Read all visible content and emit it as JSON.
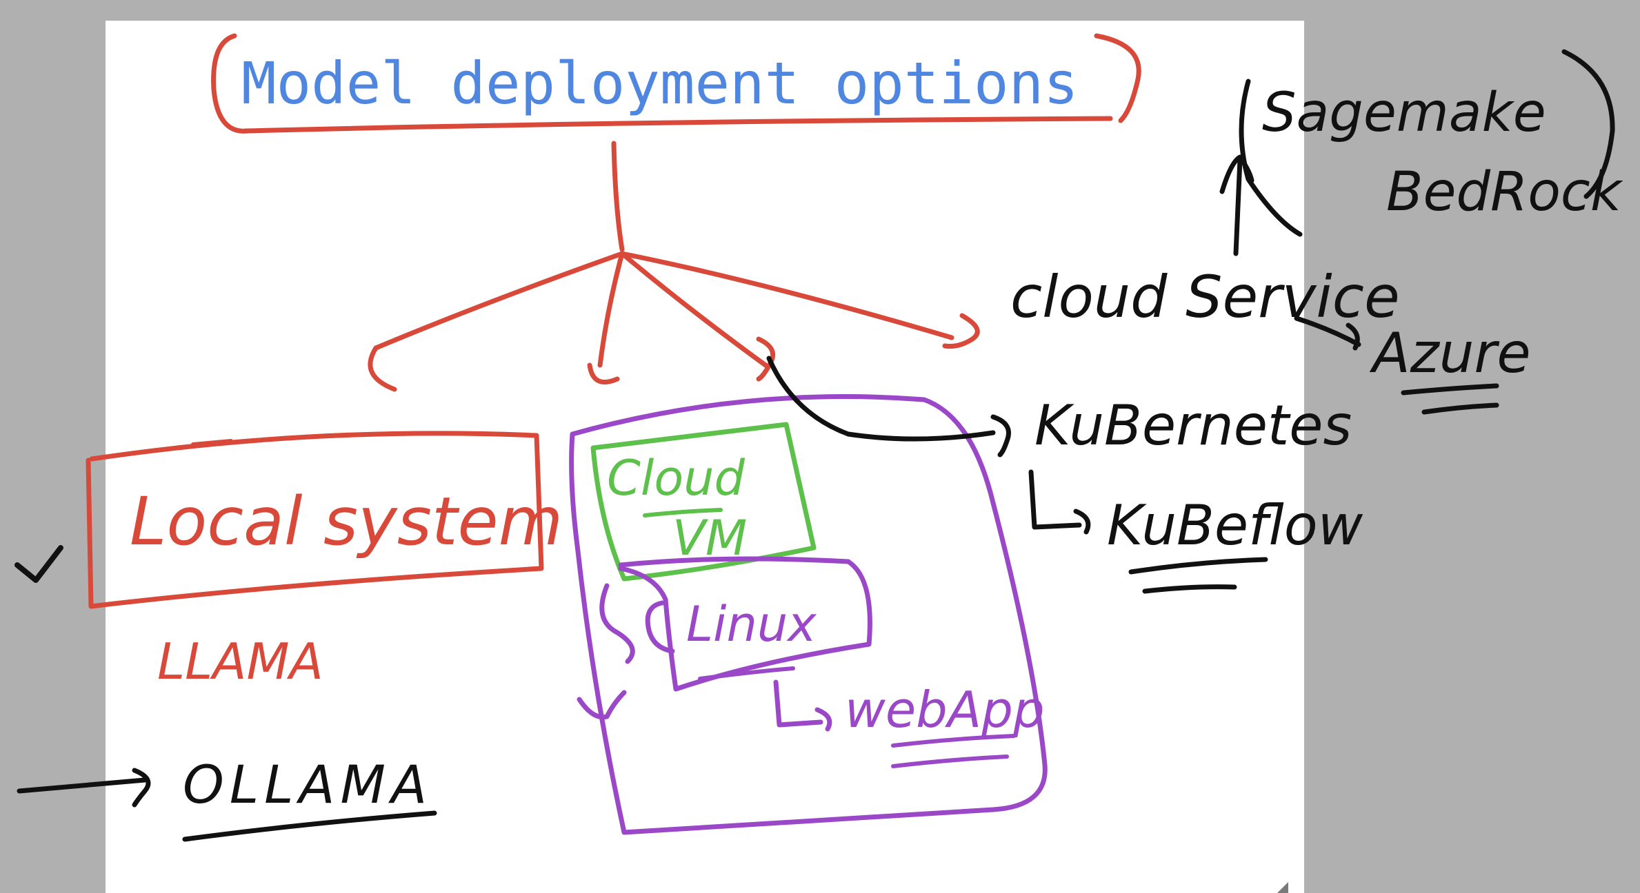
{
  "title": "Model deployment options",
  "branches": {
    "local": {
      "label": "Local system",
      "tool": "LLAMA",
      "runner": "OLLAMA"
    },
    "vm": {
      "label_line1": "Cloud",
      "label_line2": "VM",
      "os": "Linux",
      "app": "webApp"
    },
    "kubernetes": {
      "label": "KuBernetes",
      "sub": "KuBeflow"
    },
    "cloud": {
      "label": "cloud Service",
      "providers_line1": "Sagemake",
      "providers_line2": "BedRock",
      "alt": "Azure"
    }
  },
  "colors": {
    "title": "#4f86e0",
    "red": "#d9493a",
    "purple": "#9a48c8",
    "green": "#5cc04a",
    "black": "#111111",
    "background": "#b0b0b0",
    "canvas": "#ffffff"
  }
}
